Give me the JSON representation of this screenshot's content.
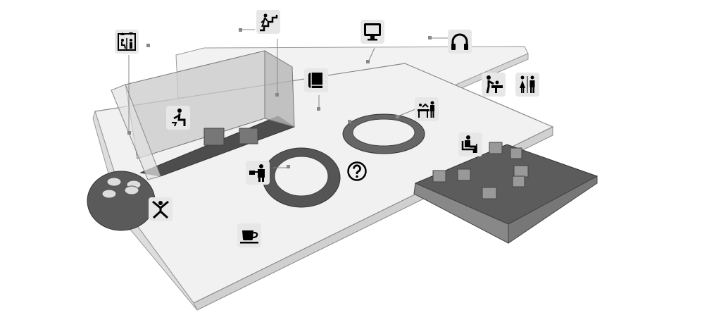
{
  "scene": {
    "icons": [
      {
        "id": "elevator",
        "icon": "elevator-accessible-icon"
      },
      {
        "id": "stairs",
        "icon": "stairs-icon"
      },
      {
        "id": "monitor",
        "icon": "computer-monitor-icon"
      },
      {
        "id": "audio",
        "icon": "headphones-icon"
      },
      {
        "id": "books",
        "icon": "book-icon"
      },
      {
        "id": "study",
        "icon": "seated-person-icon"
      },
      {
        "id": "baby-change",
        "icon": "baby-changing-icon"
      },
      {
        "id": "toilets",
        "icon": "restrooms-icon"
      },
      {
        "id": "reception",
        "icon": "reception-desk-icon"
      },
      {
        "id": "reading",
        "icon": "reading-chair-icon"
      },
      {
        "id": "self-service",
        "icon": "self-service-desk-icon"
      },
      {
        "id": "information",
        "icon": "information-question-icon"
      },
      {
        "id": "play",
        "icon": "play-area-icon"
      },
      {
        "id": "cafe",
        "icon": "coffee-cup-icon"
      }
    ]
  }
}
